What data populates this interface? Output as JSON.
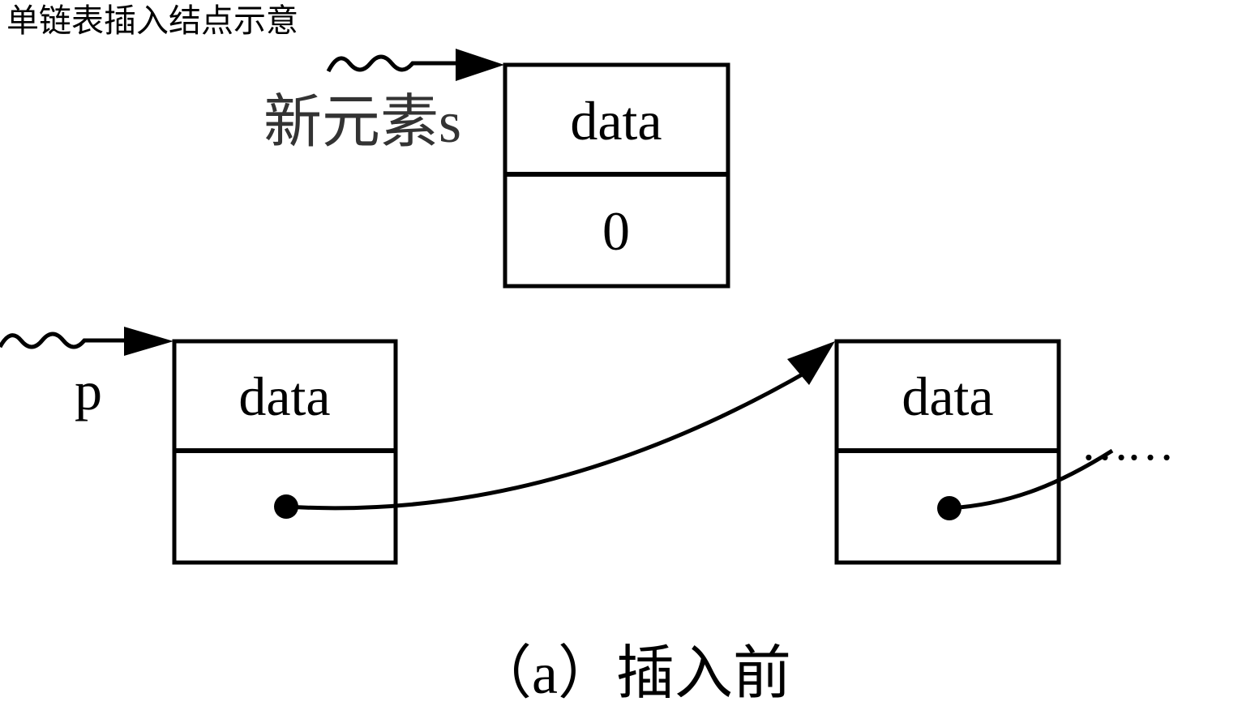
{
  "title": "单链表插入结点示意",
  "diagram": {
    "new_node": {
      "pointer_label": "新元素s",
      "data_label": "data",
      "next_value": "0"
    },
    "node_p": {
      "pointer_label": "p",
      "data_label": "data"
    },
    "node_next": {
      "data_label": "data",
      "continuation": "……"
    },
    "caption": "（a）插入前"
  }
}
